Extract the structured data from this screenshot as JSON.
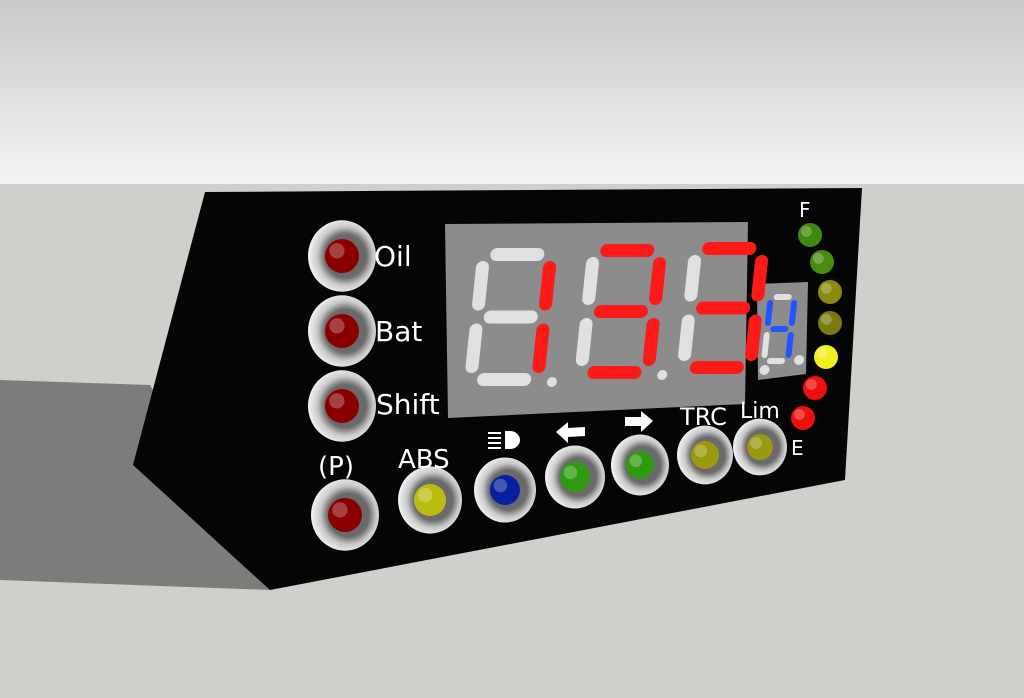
{
  "labels": {
    "oil": "Oil",
    "bat": "Bat",
    "shift": "Shift",
    "park": "(P)",
    "abs": "ABS",
    "trc": "TRC",
    "lim": "Lim",
    "fuel_full": "F",
    "fuel_empty": "E"
  },
  "display": {
    "speed_digits": [
      "1",
      "3",
      "3"
    ],
    "gear_digit": "4",
    "speed_color": "#ff1a1a",
    "gear_color": "#2255ff",
    "off_color": "#e0e0e0"
  },
  "icons": {
    "headlight": "headlight-icon",
    "left": "arrow-left-icon",
    "right": "arrow-right-icon"
  },
  "colors": {
    "panel": "#050505",
    "screen": "#8c8c8c",
    "warning_led": "#8a0000",
    "abs_led": "#bcbc10",
    "headlight_led": "#0a1fa0",
    "turn_led": "#2e9a10",
    "trc_led": "#9a9a10"
  },
  "fuel_leds": [
    "#3e8a10",
    "#4a8a10",
    "#8a8a10",
    "#7a7a10",
    "#f0f020",
    "#ee1010",
    "#ee1010"
  ]
}
